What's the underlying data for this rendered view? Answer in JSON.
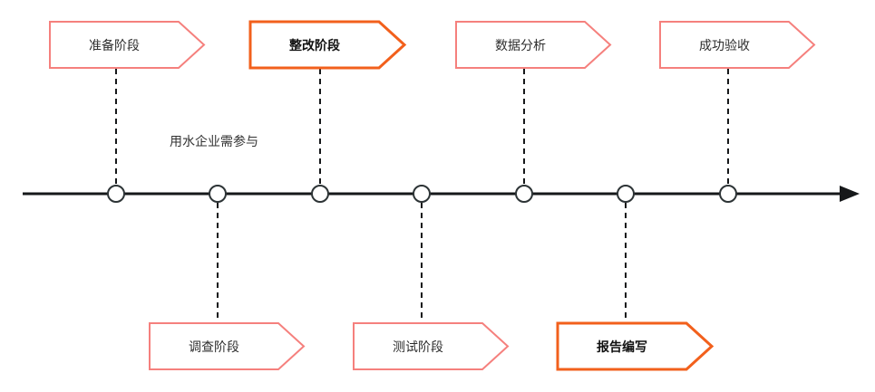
{
  "diagram": {
    "annotation": "用水企业需参与",
    "top_stages": [
      {
        "label": "准备阶段",
        "emphasis": false
      },
      {
        "label": "整改阶段",
        "emphasis": true
      },
      {
        "label": "数据分析",
        "emphasis": false
      },
      {
        "label": "成功验收",
        "emphasis": false
      }
    ],
    "bottom_stages": [
      {
        "label": "调查阶段",
        "emphasis": false
      },
      {
        "label": "测试阶段",
        "emphasis": false
      },
      {
        "label": "报告编写",
        "emphasis": true
      }
    ],
    "node_count": 7,
    "colors": {
      "stage_border": "#F5807D",
      "stage_border_emphasis": "#F2601C",
      "timeline": "#16181A",
      "node_stroke": "#2D3436",
      "text": "#2D2D2D"
    }
  }
}
